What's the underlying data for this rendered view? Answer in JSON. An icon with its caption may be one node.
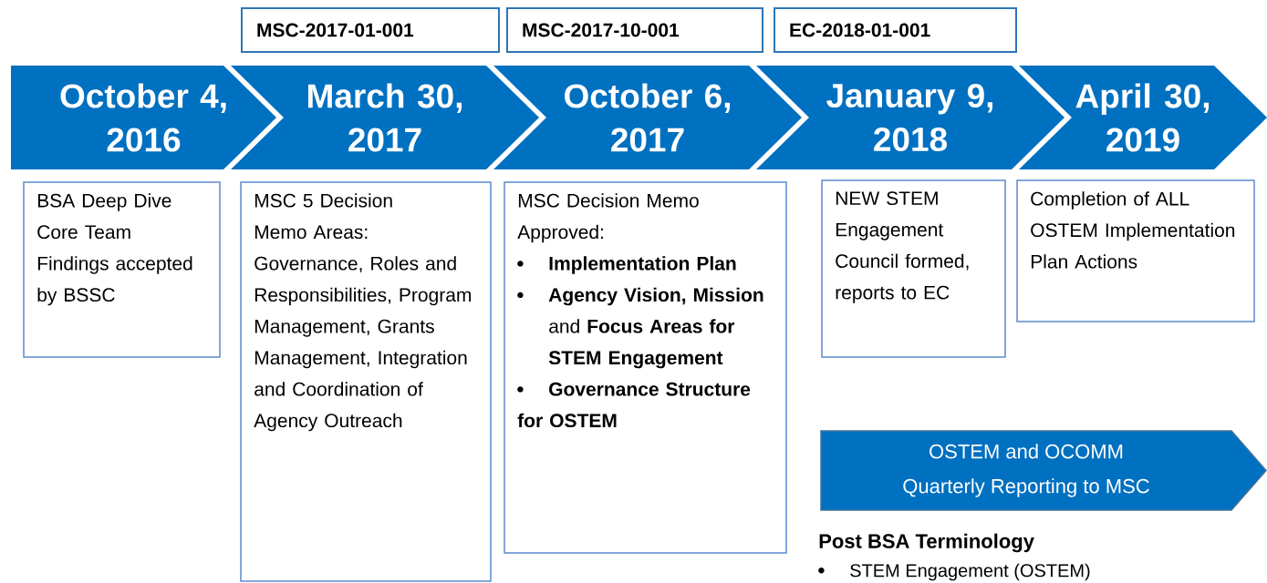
{
  "diagram": {
    "nodes": [
      {
        "text": [
          "MSC-2017-01-001"
        ]
      },
      {
        "text": [
          "MSC-2017-10-001"
        ]
      },
      {
        "text": [
          "EC-2018-01-001"
        ]
      },
      {
        "text": [
          "October 4, 2016"
        ]
      },
      {
        "text": [
          "March 30, 2017"
        ]
      },
      {
        "text": [
          "October 6, 2017"
        ]
      },
      {
        "text": [
          "January 9, 2018"
        ]
      },
      {
        "text": [
          "April 30, 2019"
        ]
      },
      {
        "text": [
          "BSA Deep Dive Core Team Findings accepted by BSSC"
        ]
      },
      {
        "text": [
          "MSC 5 Decision Memo Areas: Governance, Roles and Responsibilities, Program Management, Grants Management, Integration and Coordination of Agency Outreach"
        ]
      },
      {
        "text": [
          "MSC Decision Memo Approved:",
          "Implementation Plan",
          "**Agency Vision, Mission** and **Focus Areas for STEM Engagement**",
          "Governance Structure for OSTEM"
        ]
      },
      {
        "text": [
          "NEW STEM Engagement Council formed, reports to EC"
        ]
      },
      {
        "text": [
          "Completion of ALL OSTEM Implementation Plan Actions"
        ]
      },
      {
        "text": [
          "OSTEM and OCOMM Quarterly Reporting to MSC"
        ]
      }
    ],
    "labels": [
      "Post BSA Terminology",
      "STEM Engagement (OSTEM)"
    ]
  }
}
